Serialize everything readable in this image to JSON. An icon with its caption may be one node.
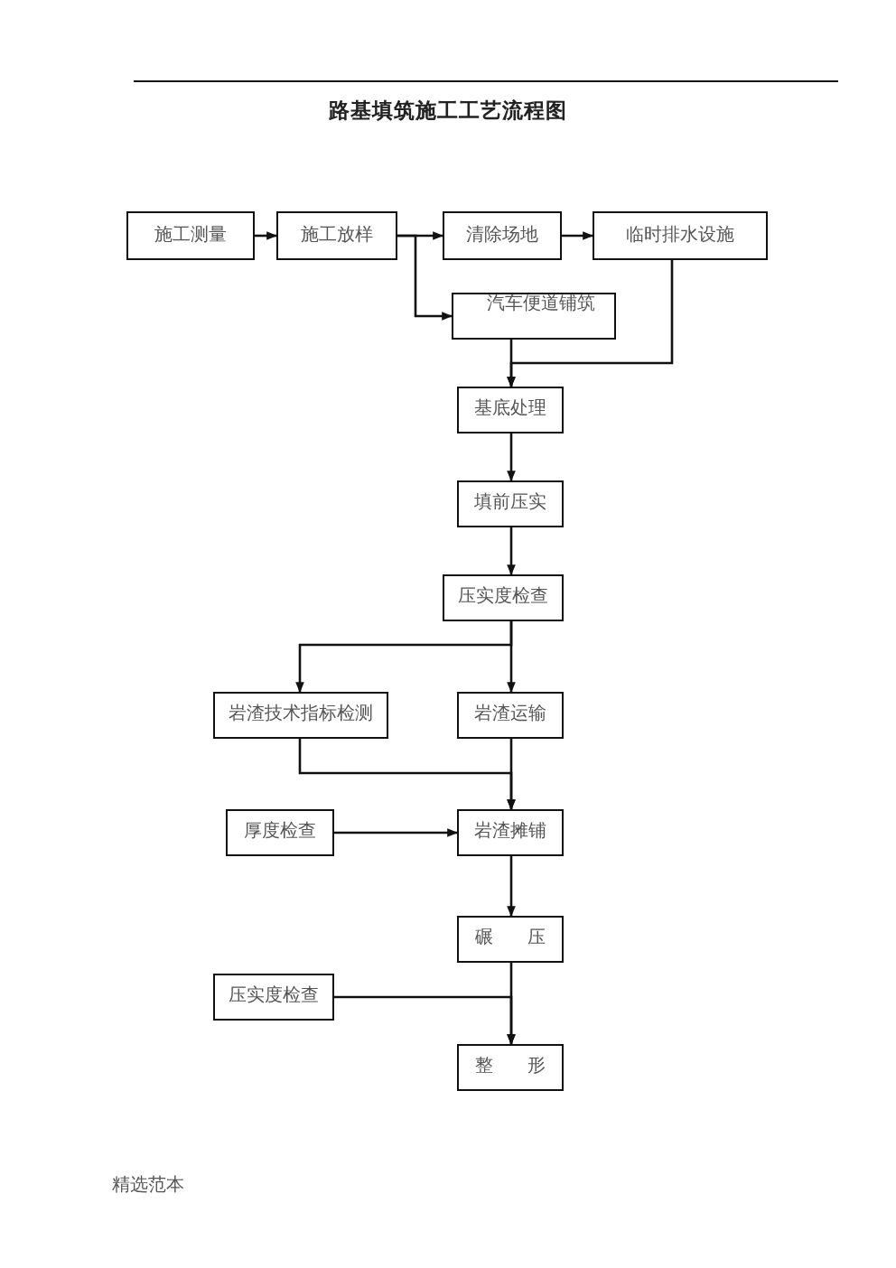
{
  "diagram": {
    "title": "路基填筑施工工艺流程图",
    "nodes": [
      {
        "text": [
          "施工测量"
        ]
      },
      {
        "text": [
          "施工放样"
        ]
      },
      {
        "text": [
          "清除场地"
        ]
      },
      {
        "text": [
          "临时排水设施"
        ]
      },
      {
        "text": [
          "汽车便道铺筑"
        ]
      },
      {
        "text": [
          "基底处理"
        ]
      },
      {
        "text": [
          "填前压实"
        ]
      },
      {
        "text": [
          "压实度检查"
        ]
      },
      {
        "text": [
          "岩渣技术指标检测"
        ]
      },
      {
        "text": [
          "岩渣运输"
        ]
      },
      {
        "text": [
          "厚度检查"
        ]
      },
      {
        "text": [
          "岩渣摊铺"
        ]
      },
      {
        "text": [
          "碾 压"
        ]
      },
      {
        "text": [
          "压实度检查"
        ]
      },
      {
        "text": [
          "整 形"
        ]
      }
    ],
    "edges": [
      {
        "from": 0,
        "to": 1,
        "arrow": "to"
      },
      {
        "from": 1,
        "to": 2,
        "arrow": "to"
      },
      {
        "from": 1,
        "to": 4,
        "arrow": "to"
      },
      {
        "from": 2,
        "to": 3,
        "arrow": "to"
      },
      {
        "from": 4,
        "to": 5,
        "arrow": "to"
      },
      {
        "from": 3,
        "to": 5,
        "arrow": "to"
      },
      {
        "from": 5,
        "to": 6,
        "arrow": "to"
      },
      {
        "from": 6,
        "to": 7,
        "arrow": "to"
      },
      {
        "from": 7,
        "to": 8,
        "arrow": "to"
      },
      {
        "from": 7,
        "to": 9,
        "arrow": "to"
      },
      {
        "from": 8,
        "to": 11,
        "arrow": "to"
      },
      {
        "from": 9,
        "to": 11,
        "arrow": "to"
      },
      {
        "from": 10,
        "to": 11,
        "arrow": "to"
      },
      {
        "from": 11,
        "to": 12,
        "arrow": "to"
      },
      {
        "from": 12,
        "to": 14,
        "arrow": "to"
      },
      {
        "from": 13,
        "to": 14,
        "arrow": "to"
      }
    ],
    "labels": [
      "精选范本"
    ]
  }
}
